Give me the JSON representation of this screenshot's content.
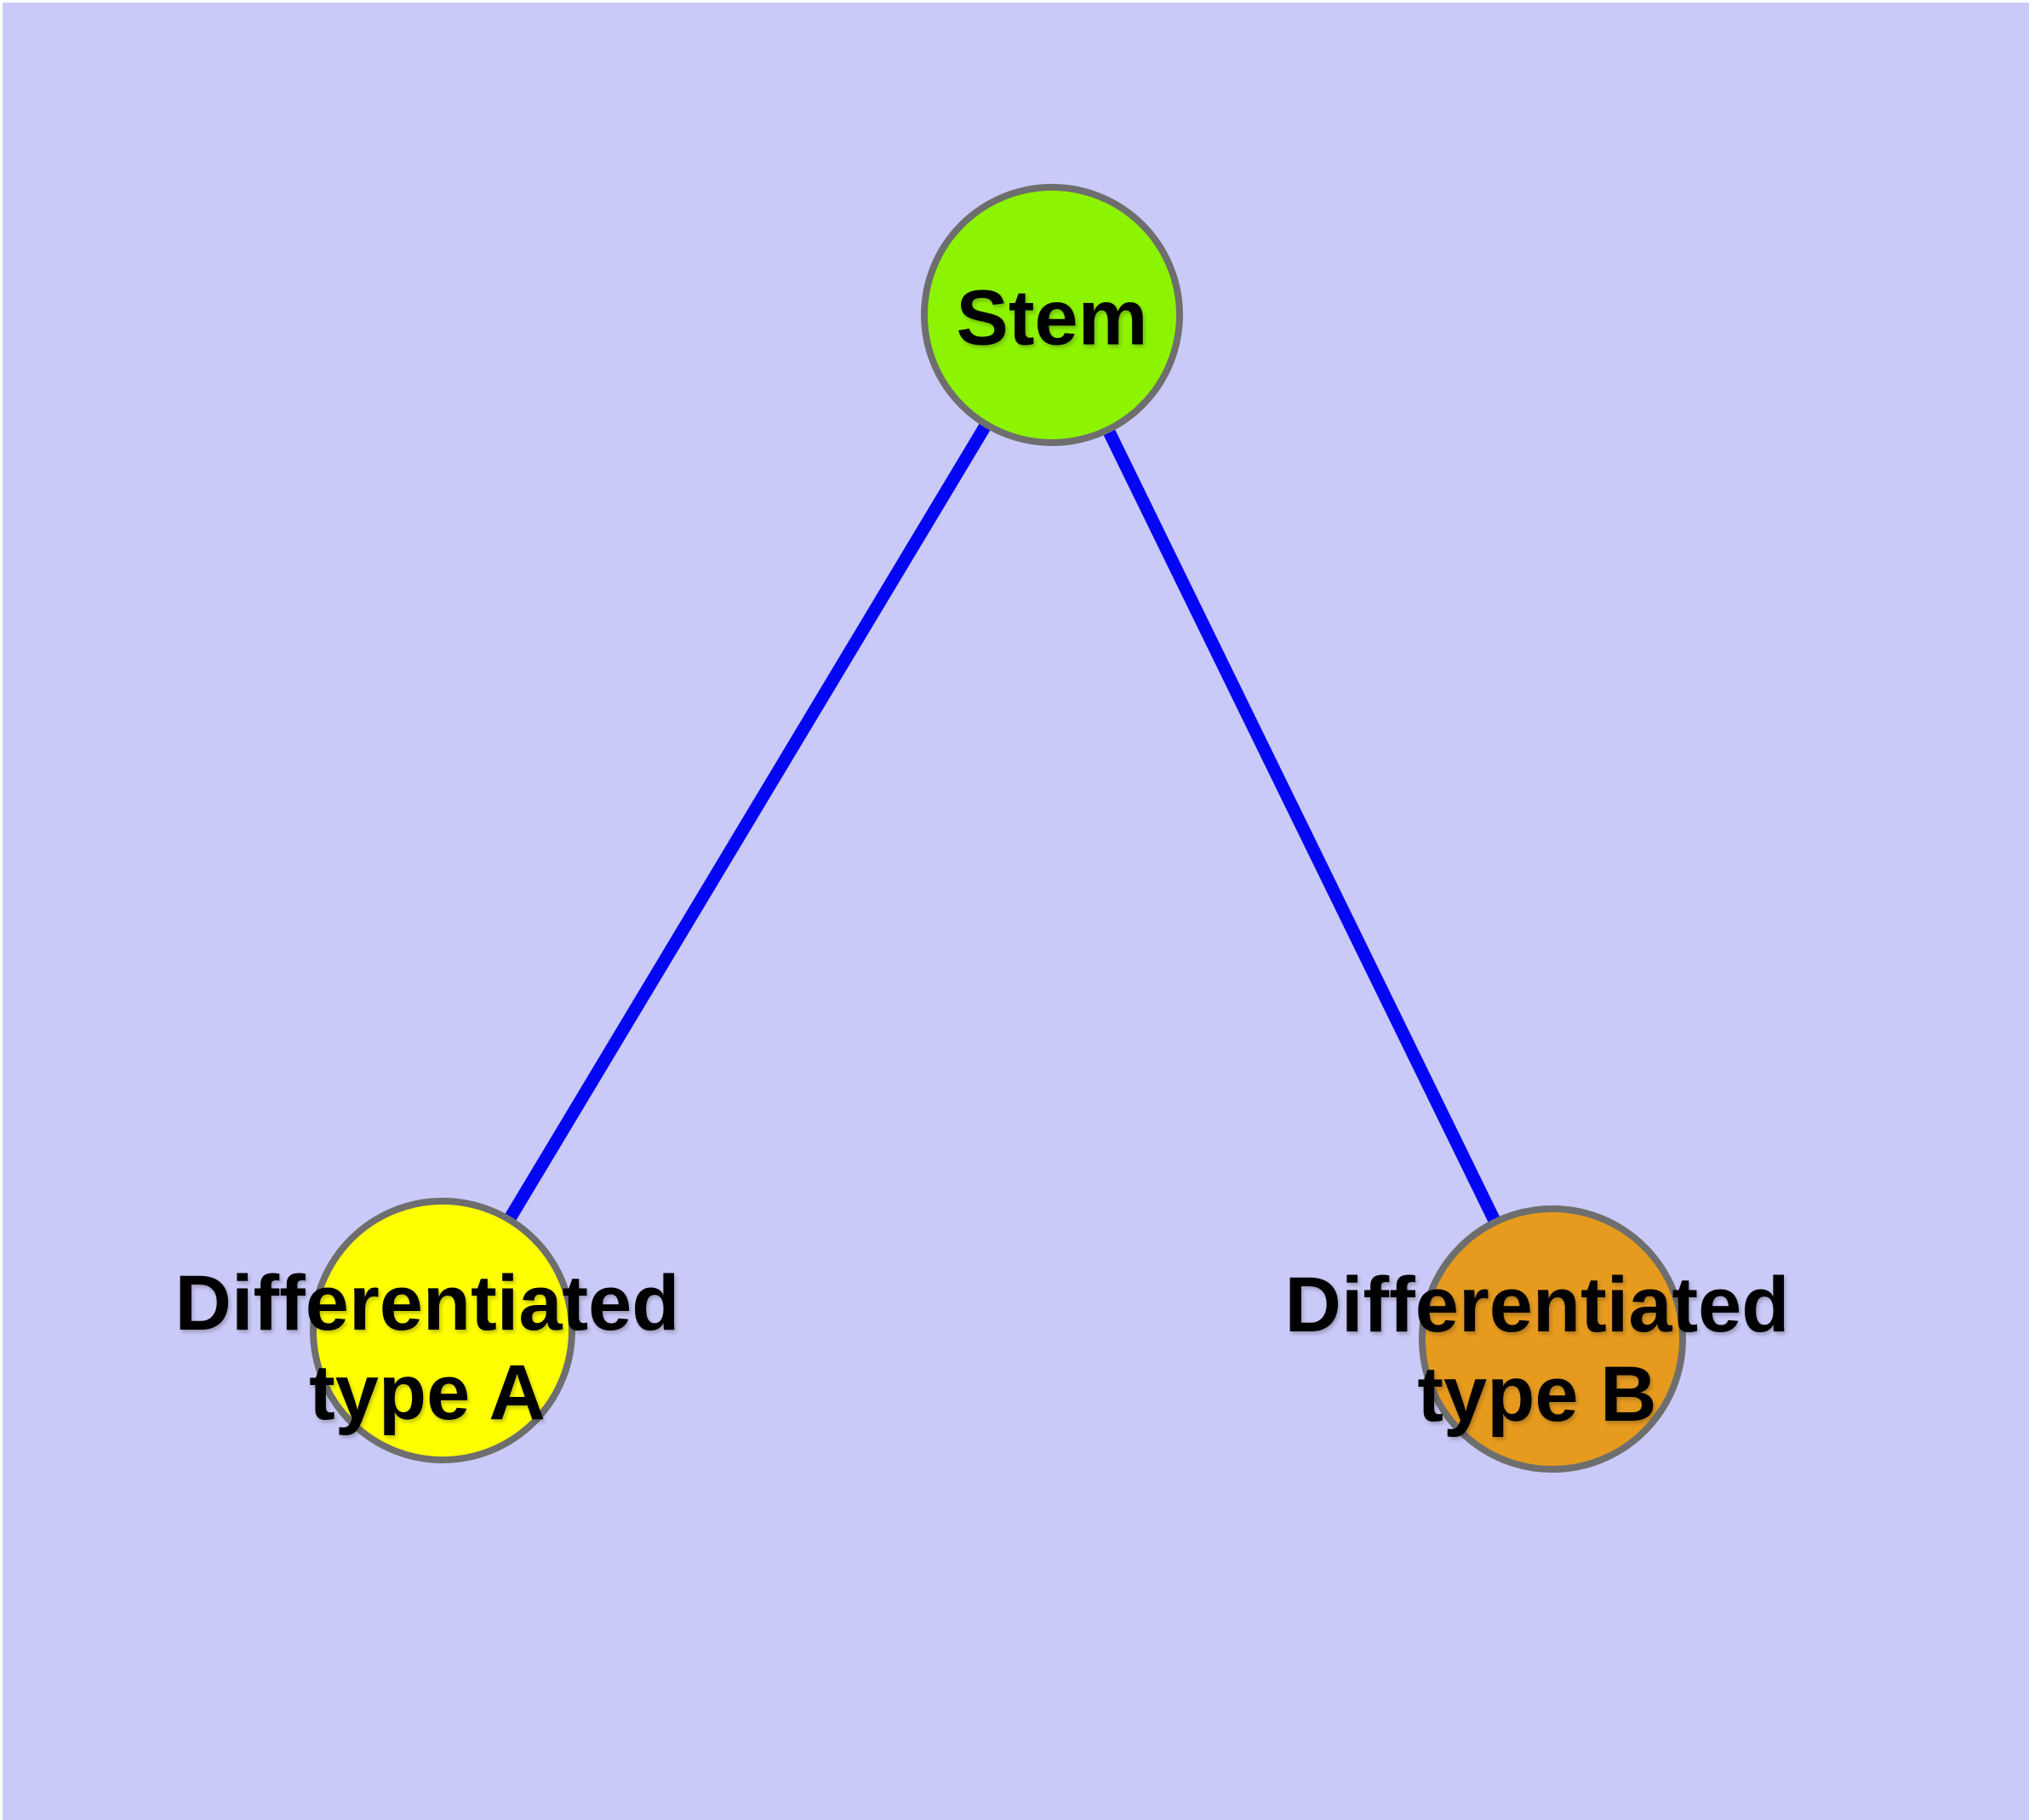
{
  "diagram": {
    "kind": "tree",
    "background_color": "#cacaf8",
    "frame_color": "#ffffff",
    "edge_color": "#0505f5",
    "node_border_color": "#6e6e6e",
    "text_color": "#000000",
    "nodes": {
      "stem": {
        "label": "Stem",
        "color": "#8df400"
      },
      "type_a": {
        "label": "Differentiated\ntype A",
        "color": "#ffff00"
      },
      "type_b": {
        "label": "Differentiated\ntype B",
        "color": "#e69b1e"
      }
    },
    "edges": [
      {
        "from": "Stem",
        "to": "Differentiated type A"
      },
      {
        "from": "Stem",
        "to": "Differentiated type B"
      }
    ]
  }
}
